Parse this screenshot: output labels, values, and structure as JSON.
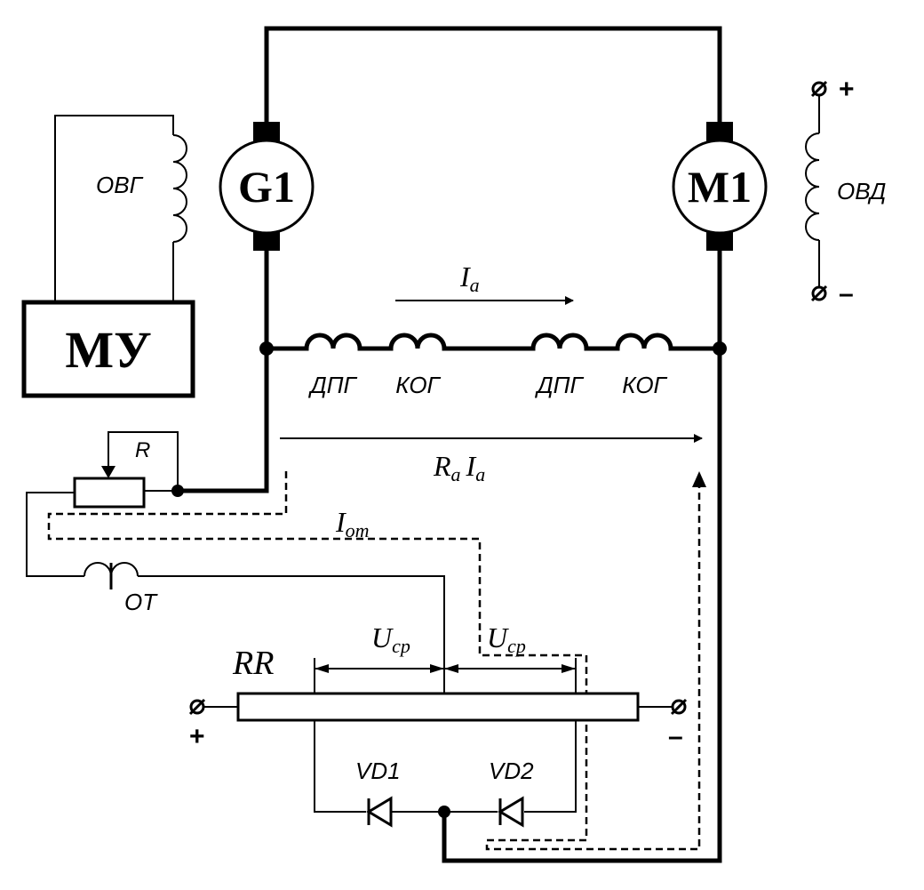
{
  "labels": {
    "ovg": "ОВГ",
    "ovd": "ОВД",
    "mu": "МУ",
    "g1": "G1",
    "m1": "M1",
    "dpg1": "ДПГ",
    "kog1": "КОГ",
    "dpg2": "ДПГ",
    "kog2": "КОГ",
    "r": "R",
    "ot": "ОТ",
    "rr": "RR",
    "vd1": "VD1",
    "vd2": "VD2",
    "plus_top": "+",
    "minus_top": "–",
    "plus_bottom": "+",
    "minus_bottom": "–"
  },
  "math": {
    "ia_main": "I",
    "ia_sub": "a",
    "ra_main": "R",
    "ra_sub": "a",
    "ra_i": "I",
    "ra_i_sub": "a",
    "iot_main": "I",
    "iot_sub": "от",
    "ucp1_main": "U",
    "ucp1_sub": "ср",
    "ucp2_main": "U",
    "ucp2_sub": "ср"
  }
}
